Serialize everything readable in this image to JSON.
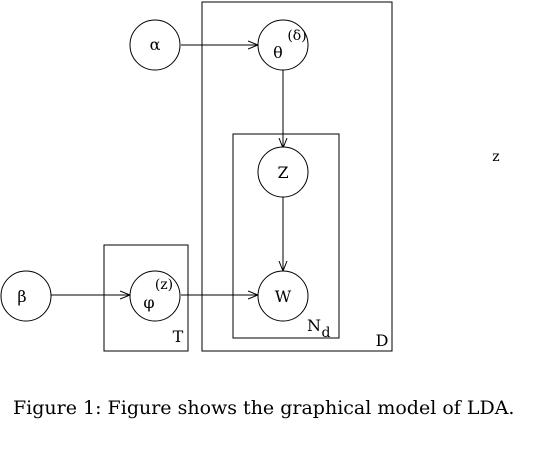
{
  "nodes": {
    "alpha": {
      "symbol": "α"
    },
    "theta": {
      "symbol": "θ",
      "superscript": "(δ)"
    },
    "z": {
      "symbol": "Z"
    },
    "w": {
      "symbol": "W"
    },
    "beta": {
      "symbol": "β"
    },
    "phi": {
      "symbol": "φ",
      "superscript": "(z)"
    }
  },
  "plates": {
    "documents": {
      "label": "D"
    },
    "words": {
      "label": "N",
      "subscript": "d"
    },
    "topics": {
      "label": "T"
    }
  },
  "stray_label": "z",
  "caption": "Figure 1: Figure shows the graphical model of LDA.",
  "colors": {
    "stroke": "#000000",
    "background": "#ffffff"
  }
}
